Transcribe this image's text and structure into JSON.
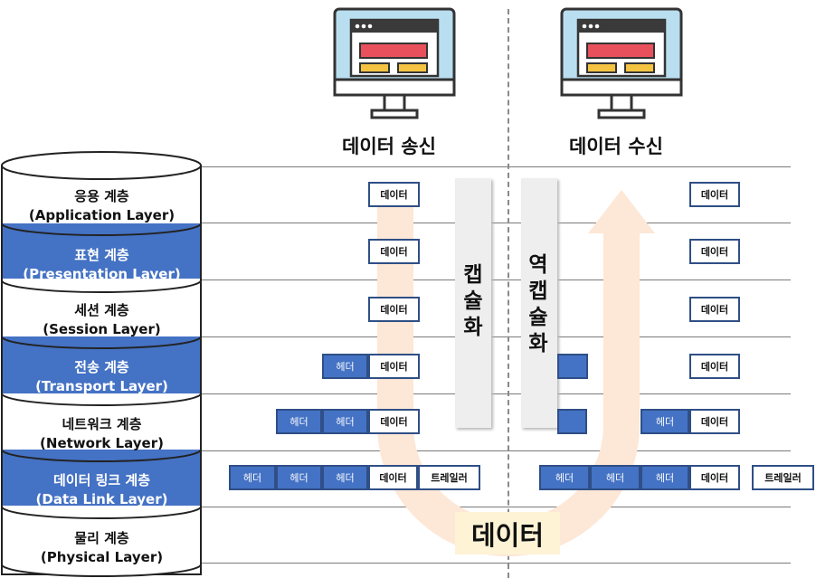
{
  "titles": {
    "send": "데이터 송신",
    "receive": "데이터 수신"
  },
  "processes": {
    "encapsulation": [
      "캡",
      "슐",
      "화"
    ],
    "decapsulation": [
      "역",
      "캡",
      "슐",
      "화"
    ]
  },
  "bottom_label": "데이터",
  "layers": [
    {
      "name": "응용 계층",
      "english": "(Application Layer)",
      "style": "white"
    },
    {
      "name": "표현 계층",
      "english": "(Presentation Layer)",
      "style": "blue"
    },
    {
      "name": "세션 계층",
      "english": "(Session Layer)",
      "style": "white"
    },
    {
      "name": "전송 계층",
      "english": "(Transport Layer)",
      "style": "blue"
    },
    {
      "name": "네트워크 계층",
      "english": "(Network Layer)",
      "style": "white"
    },
    {
      "name": "데이터 링크 계층",
      "english": "(Data Link Layer)",
      "style": "blue"
    },
    {
      "name": "물리 계층",
      "english": "(Physical Layer)",
      "style": "white"
    }
  ],
  "box_labels": {
    "data": "데이터",
    "header": "헤더",
    "trailer": "트레일러"
  },
  "colors": {
    "layer_blue": "#4472c4",
    "border_blue": "#2f4f86",
    "arrow": "#fde7d6",
    "label_bg": "#fff3d6"
  },
  "icons": {
    "computer": "monitor-icon"
  }
}
